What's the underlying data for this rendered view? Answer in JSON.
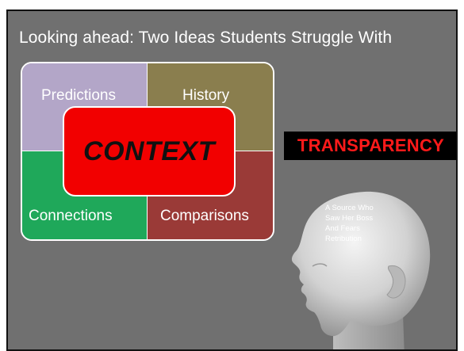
{
  "slide": {
    "title": "Looking ahead: Two Ideas Students Struggle With"
  },
  "quadrants": {
    "top_left": "Predictions",
    "top_right": "History",
    "bottom_left": "Connections",
    "bottom_right": "Comparisons"
  },
  "center_label": "CONTEXT",
  "right_label": "TRANSPARENCY",
  "head_caption": {
    "line1": "A Source Who",
    "line2": "Saw Her Boss",
    "line3": "And Fears",
    "line4": "Retribution"
  },
  "colors": {
    "slide_background": "#707070",
    "predictions": "#b3a6c8",
    "history": "#8a7e4e",
    "connections": "#1fa85a",
    "comparisons": "#9a3a37",
    "context": "#f20000",
    "transparency_text": "#ff1a1a",
    "transparency_background": "#000000"
  },
  "icons": {
    "head": "human-head-profile-icon"
  }
}
